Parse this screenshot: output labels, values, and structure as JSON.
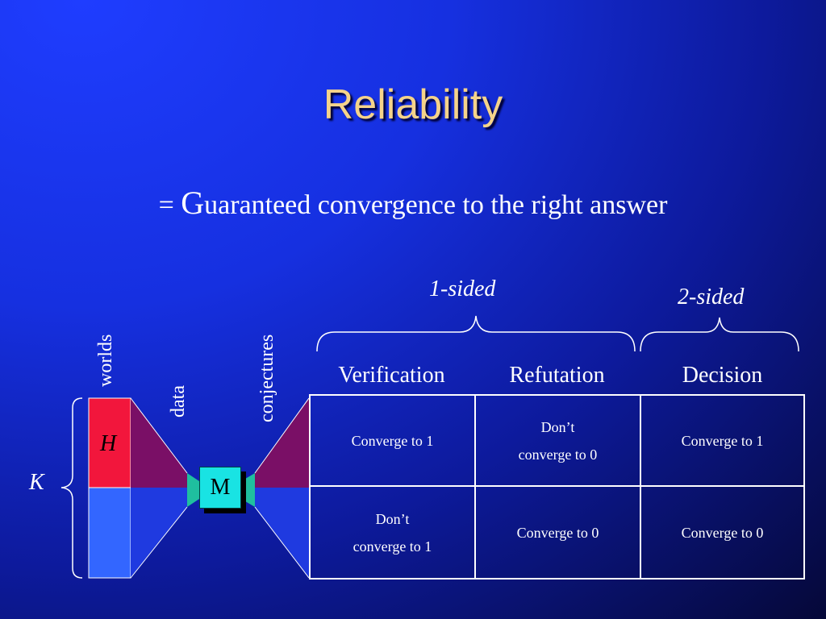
{
  "slide": {
    "title": "Reliability",
    "subtitle_prefix": "= ",
    "subtitle_g": "G",
    "subtitle_rest": "uaranteed convergence to the right answer"
  },
  "diagram": {
    "worlds_label": "worlds",
    "data_label": "data",
    "conjectures_label": "conjectures",
    "k_label": "K",
    "h_label": "H",
    "method_label": "M",
    "colors": {
      "red_region": "#f2163c",
      "blue_region": "#3366ff",
      "purple_funnel": "#7a0f66",
      "blue_funnel": "#1f3ae0",
      "method_box": "#19e3e3",
      "connector": "#1fbf9f"
    }
  },
  "table": {
    "group_one_sided": "1-sided",
    "group_two_sided": "2-sided",
    "headers": [
      "Verification",
      "Refutation",
      "Decision"
    ],
    "rows": [
      [
        "Converge to 1",
        "Don’t\nconverge to 0",
        "Converge to 1"
      ],
      [
        "Don’t\nconverge to 1",
        "Converge to 0",
        "Converge to 0"
      ]
    ]
  }
}
